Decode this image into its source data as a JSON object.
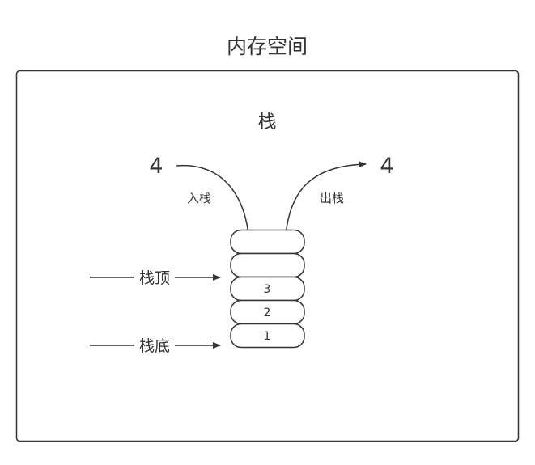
{
  "title": "内存空间",
  "stack_label": "栈",
  "push": {
    "value": "4",
    "label": "入栈"
  },
  "pop": {
    "value": "4",
    "label": "出栈"
  },
  "pointers": {
    "top": "栈顶",
    "bottom": "栈底"
  },
  "slots": [
    "",
    "",
    "3",
    "2",
    "1"
  ],
  "colors": {
    "stroke": "#333333",
    "text": "#333333"
  }
}
